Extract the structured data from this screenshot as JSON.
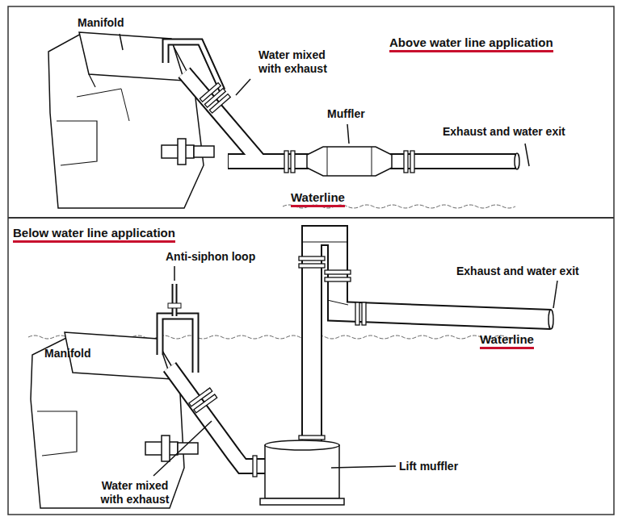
{
  "diagram": {
    "labels": [
      "Manifold",
      "Water mixed with exhaust",
      "Above water line application",
      "Muffler",
      "Exhaust and water exit",
      "Waterline",
      "Below water line application",
      "Anti-siphon loop",
      "Exhaust and water exit",
      "Manifold",
      "Waterline",
      "Lift muffler",
      "Water mixed with exhaust"
    ]
  }
}
